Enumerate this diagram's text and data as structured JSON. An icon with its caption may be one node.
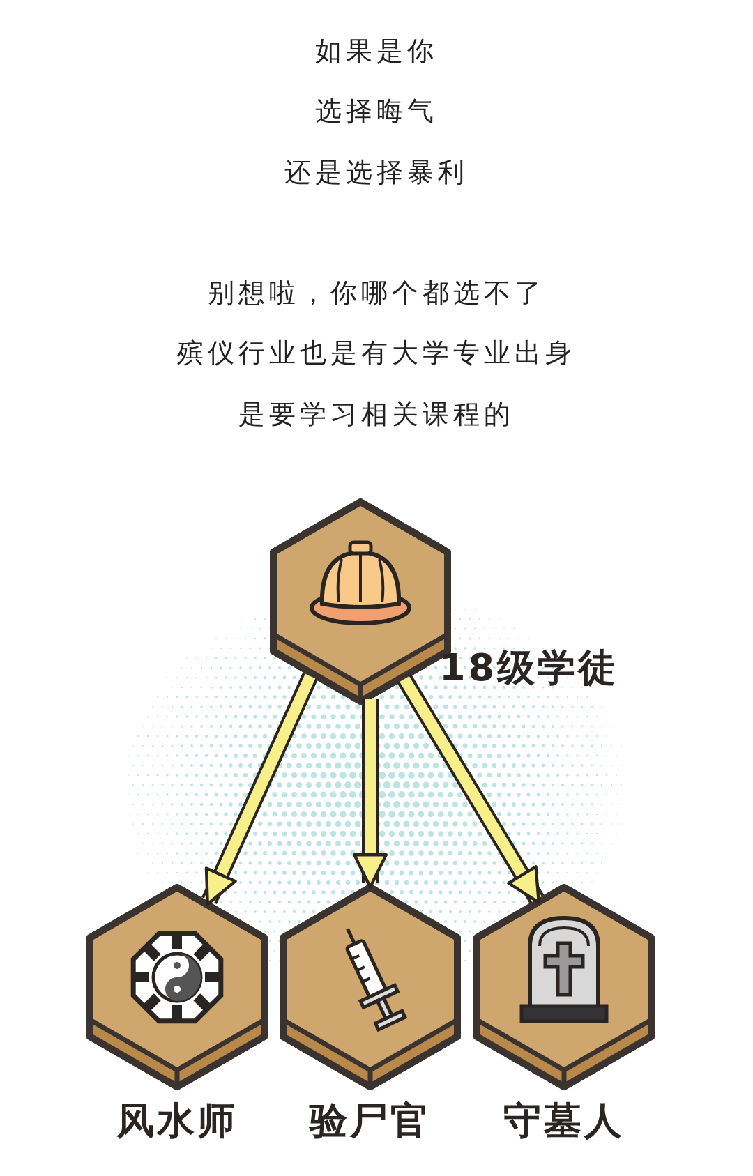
{
  "diagram": {
    "nodes": [
      {
        "text": [
          "18级学徒"
        ]
      },
      {
        "text": [
          "风水师"
        ]
      },
      {
        "text": [
          "验尸官"
        ]
      },
      {
        "text": [
          "守墓人"
        ]
      }
    ],
    "edges": [
      {
        "from": 0,
        "to": 1,
        "arrow": "to"
      },
      {
        "from": 0,
        "to": 2,
        "arrow": "to"
      },
      {
        "from": 0,
        "to": 3,
        "arrow": "to"
      }
    ],
    "labels": [
      "如果是你",
      "选择晦气",
      "还是选择暴利",
      "别想啦，你哪个都选不了",
      "殡仪行业也是有大学专业出身",
      "是要学习相关课程的"
    ]
  }
}
